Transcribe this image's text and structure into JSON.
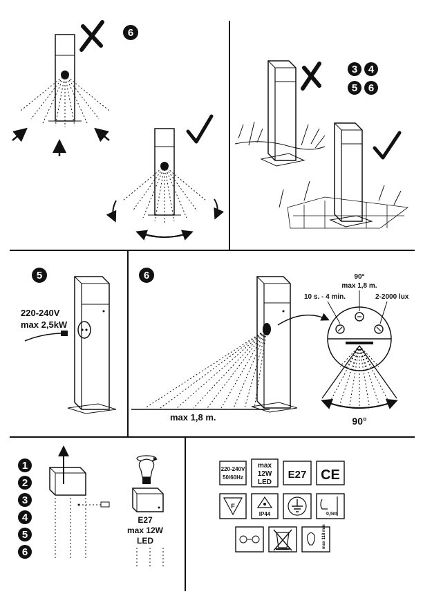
{
  "panel_mount": {
    "badge_wrong": "6",
    "badges_wrong": [
      "3",
      "4",
      "5",
      "6"
    ]
  },
  "panel_power": {
    "badge": "5",
    "voltage": "220-240V",
    "max_power": "max 2,5kW"
  },
  "panel_sensor": {
    "badge": "6",
    "angle_top": "90°",
    "range_top": "max 1,8 m.",
    "time": "10 s. - 4 min.",
    "lux": "2-2000 lux",
    "range_bottom": "max 1,8 m.",
    "angle_bottom": "90°"
  },
  "panel_install": {
    "steps": [
      "1",
      "2",
      "3",
      "4",
      "5",
      "6"
    ],
    "bulb_type": "E27",
    "bulb_power": "max 12W",
    "bulb_led": "LED"
  },
  "symbols": {
    "voltage_line1": "220-240V",
    "voltage_line2": "50/60Hz",
    "power_line1": "max",
    "power_line2": "12W",
    "power_line3": "LED",
    "socket": "E27",
    "ce": "CE",
    "flammable": "F",
    "ip": "IP44",
    "distance": "0,5m",
    "bulb_size": "max 118 mm"
  }
}
